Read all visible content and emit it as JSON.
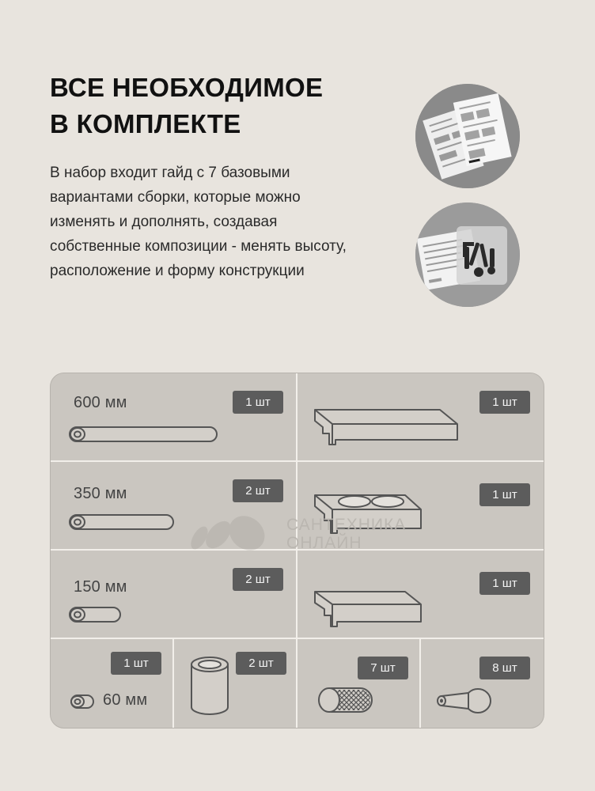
{
  "heading": {
    "line1": "ВСЕ НЕОБХОДИМОЕ",
    "line2": "В КОМПЛЕКТЕ"
  },
  "description": "В набор входит гайд с 7 базовыми вариантами сборки, которые можно изменять и дополнять, создавая собственные композиции - менять высоту, расположение и форму конструкции",
  "watermark": {
    "line1": "САНТЕХНИКА",
    "line2": "ОНЛАЙН"
  },
  "items": {
    "rod600": {
      "length": "600 мм",
      "qty": "1 шт"
    },
    "rod350": {
      "length": "350 мм",
      "qty": "2 шт"
    },
    "rod150": {
      "length": "150 мм",
      "qty": "2 шт"
    },
    "rod60": {
      "length": "60 мм",
      "qty": "1 шт"
    },
    "shelf_large": {
      "qty": "1 шт"
    },
    "shelf_holes": {
      "qty": "1 шт"
    },
    "shelf_small": {
      "qty": "1 шт"
    },
    "sleeve": {
      "qty": "2 шт"
    },
    "connector": {
      "qty": "7 шт"
    },
    "cap": {
      "qty": "8 шт"
    }
  }
}
